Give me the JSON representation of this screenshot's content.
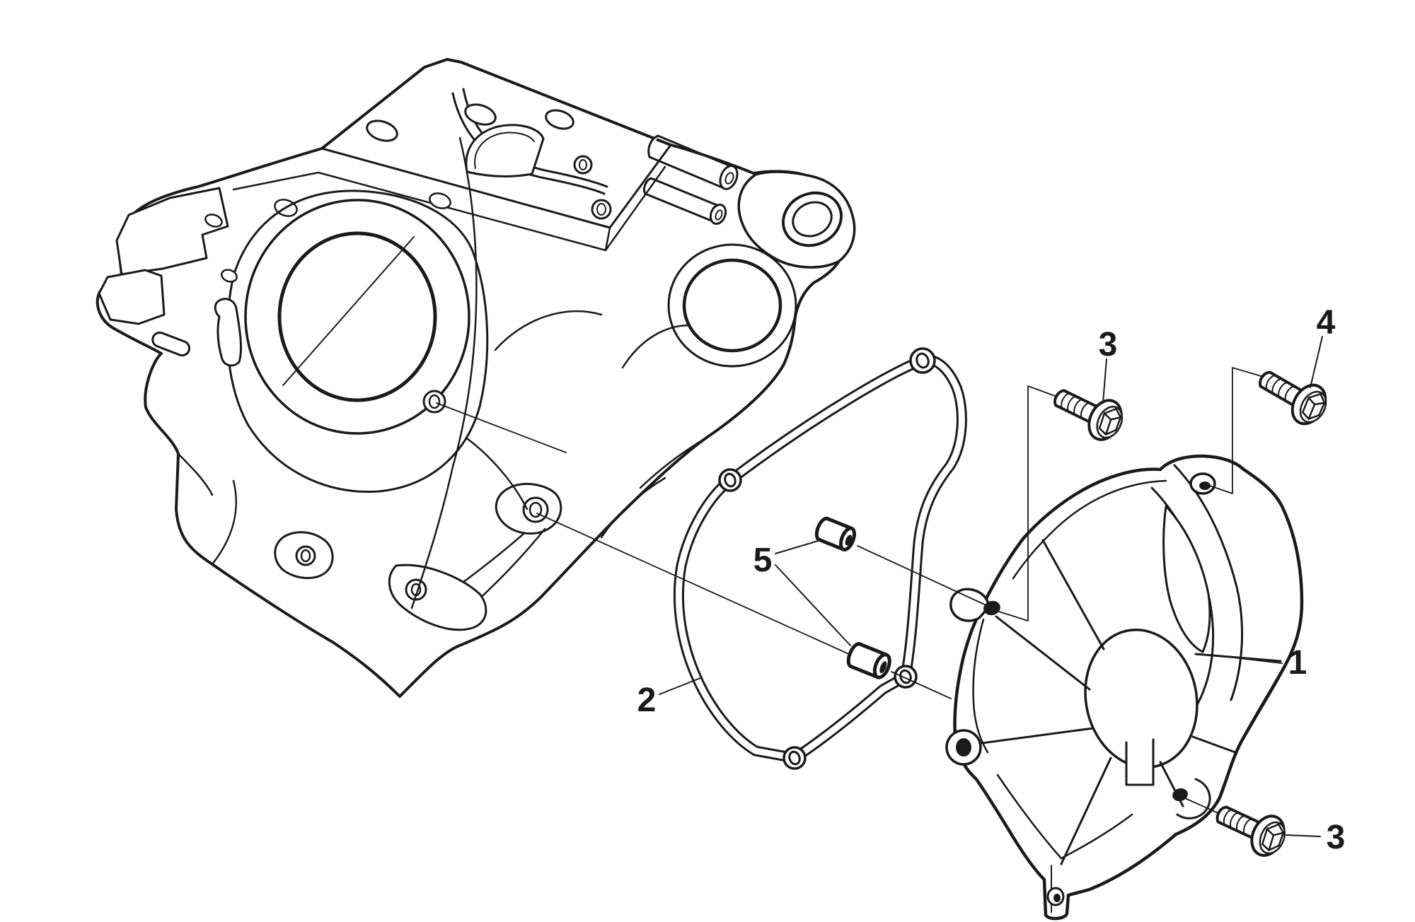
{
  "diagram": {
    "background_color": "#ffffff",
    "line_color": "#1a1a1a",
    "callouts": {
      "part1": "1",
      "part2": "2",
      "part3_upper": "3",
      "part4": "4",
      "part3_lower": "3",
      "part5": "5"
    }
  }
}
